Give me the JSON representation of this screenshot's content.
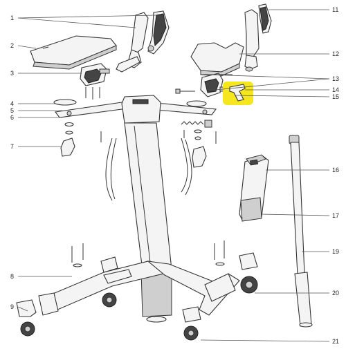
{
  "diagram": {
    "title": "",
    "highlight_color": "#f5e61e",
    "callouts": [
      {
        "num": "1"
      },
      {
        "num": "2"
      },
      {
        "num": "3"
      },
      {
        "num": "4"
      },
      {
        "num": "5"
      },
      {
        "num": "6"
      },
      {
        "num": "7"
      },
      {
        "num": "8"
      },
      {
        "num": "9"
      },
      {
        "num": "11"
      },
      {
        "num": "12"
      },
      {
        "num": "13"
      },
      {
        "num": "14"
      },
      {
        "num": "15"
      },
      {
        "num": "16"
      },
      {
        "num": "17"
      },
      {
        "num": "19"
      },
      {
        "num": "20"
      },
      {
        "num": "21"
      }
    ]
  }
}
